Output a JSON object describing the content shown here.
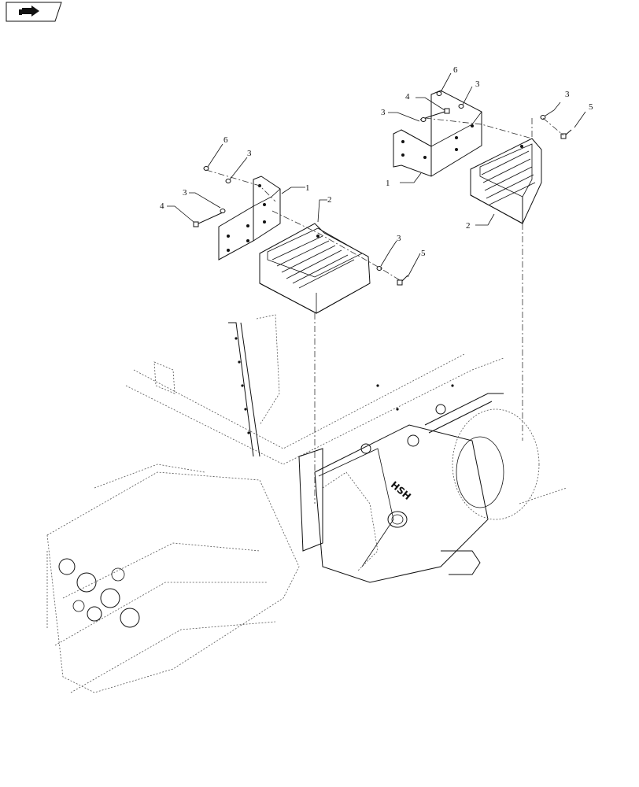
{
  "nav": {
    "icon": "back-arrow-icon"
  },
  "callouts": {
    "left_1": "1",
    "left_2": "2",
    "left_3a": "3",
    "left_3b": "3",
    "left_3c": "3",
    "left_4": "4",
    "left_5": "5",
    "left_6": "6",
    "right_1": "1",
    "right_2": "2",
    "right_3a": "3",
    "right_3b": "3",
    "right_3c": "3",
    "right_4": "4",
    "right_5": "5",
    "right_6": "6"
  },
  "stamp": "HSH"
}
